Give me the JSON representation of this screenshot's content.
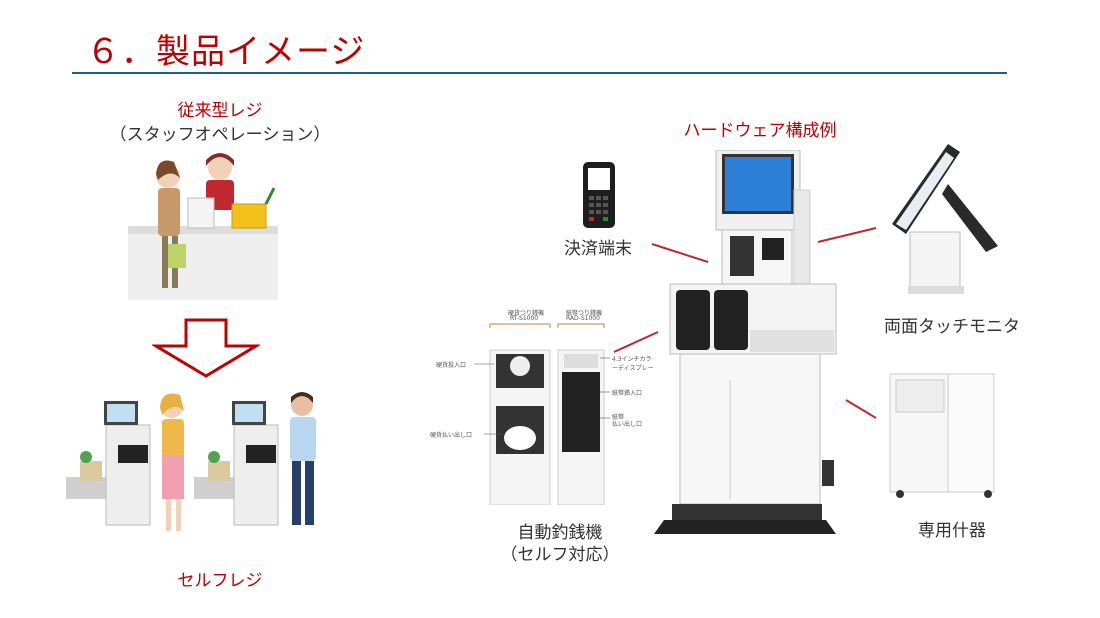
{
  "slide": {
    "title": "６．製品イメージ"
  },
  "left": {
    "conventional_title": "従来型レジ",
    "conventional_subtitle": "（スタッフオペレーション）",
    "self_title": "セルフレジ"
  },
  "right": {
    "hardware_title": "ハードウェア構成例",
    "payment_terminal": "決済端末",
    "dual_monitor": "両面タッチモニタ",
    "auto_change_machine": "自動釣銭機",
    "auto_change_machine_sub": "（セルフ対応）",
    "dedicated_fixture": "専用什器",
    "changer_diagram": {
      "coin_unit_label": "硬貨つり銭機",
      "coin_unit_model": "RT-S1000",
      "bill_unit_label": "紙幣つり銭機",
      "bill_unit_model": "RAD-S1000",
      "coin_inlet": "硬貨投入口",
      "coin_outlet": "硬貨払い出し口",
      "lcd": "4.3インチカラーディスプレー",
      "bill_inlet": "紙幣挿入口",
      "bill_outlet_1": "紙幣",
      "bill_outlet_2": "払い出し口"
    }
  },
  "colors": {
    "accent_red": "#c00000",
    "rule_blue": "#1f5f7a",
    "connector_red": "#c0282e"
  },
  "icons": [
    "down-arrow-icon"
  ]
}
